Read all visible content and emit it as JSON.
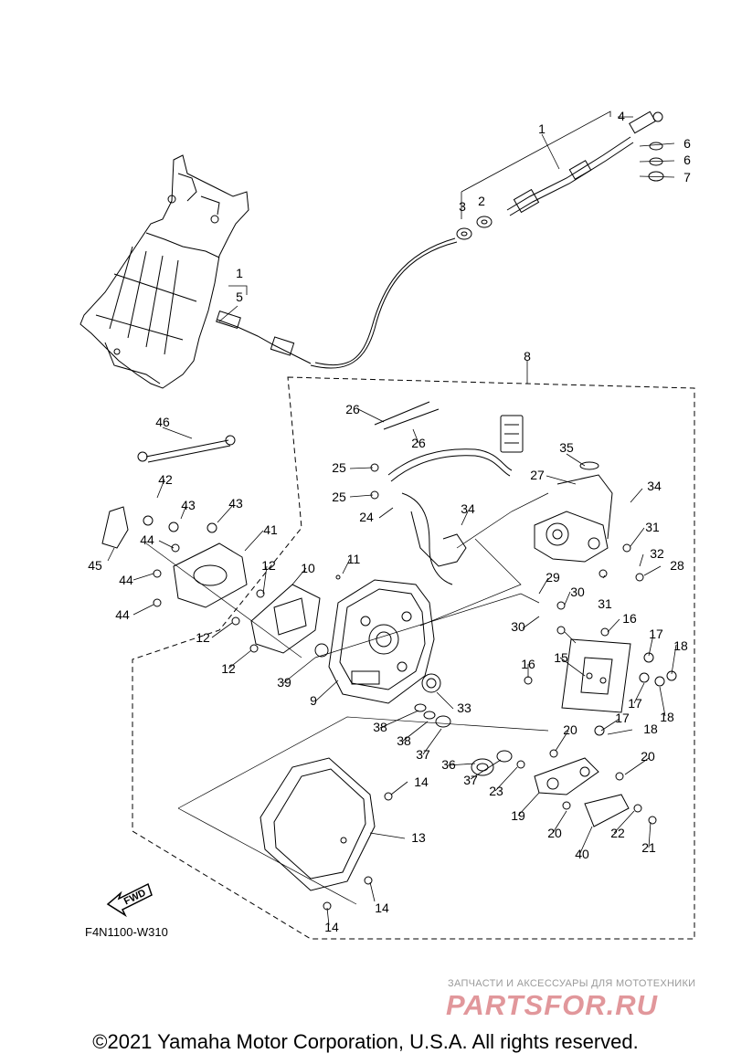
{
  "diagram": {
    "code": "F4N1100-W310",
    "fwd_label": "FWD",
    "callouts": [
      {
        "id": "c1a",
        "text": "1"
      },
      {
        "id": "c2",
        "text": "2"
      },
      {
        "id": "c3",
        "text": "3"
      },
      {
        "id": "c4",
        "text": "4"
      },
      {
        "id": "c6a",
        "text": "6"
      },
      {
        "id": "c6b",
        "text": "6"
      },
      {
        "id": "c7",
        "text": "7"
      },
      {
        "id": "c1b",
        "text": "1"
      },
      {
        "id": "c5",
        "text": "5"
      },
      {
        "id": "c8",
        "text": "8"
      },
      {
        "id": "c26a",
        "text": "26"
      },
      {
        "id": "c26b",
        "text": "26"
      },
      {
        "id": "c46",
        "text": "46"
      },
      {
        "id": "c35",
        "text": "35"
      },
      {
        "id": "c27",
        "text": "27"
      },
      {
        "id": "c34a",
        "text": "34"
      },
      {
        "id": "c25a",
        "text": "25"
      },
      {
        "id": "c25b",
        "text": "25"
      },
      {
        "id": "c24",
        "text": "24"
      },
      {
        "id": "c34b",
        "text": "34"
      },
      {
        "id": "c31a",
        "text": "31"
      },
      {
        "id": "c32",
        "text": "32"
      },
      {
        "id": "c28",
        "text": "28"
      },
      {
        "id": "c31b",
        "text": "31"
      },
      {
        "id": "c42",
        "text": "42"
      },
      {
        "id": "c43a",
        "text": "43"
      },
      {
        "id": "c43b",
        "text": "43"
      },
      {
        "id": "c41",
        "text": "41"
      },
      {
        "id": "c44a",
        "text": "44"
      },
      {
        "id": "c45",
        "text": "45"
      },
      {
        "id": "c44b",
        "text": "44"
      },
      {
        "id": "c44c",
        "text": "44"
      },
      {
        "id": "c12a",
        "text": "12"
      },
      {
        "id": "c10",
        "text": "10"
      },
      {
        "id": "c11",
        "text": "11"
      },
      {
        "id": "c29",
        "text": "29"
      },
      {
        "id": "c30a",
        "text": "30"
      },
      {
        "id": "c30b",
        "text": "30"
      },
      {
        "id": "c16a",
        "text": "16"
      },
      {
        "id": "c12b",
        "text": "12"
      },
      {
        "id": "c12c",
        "text": "12"
      },
      {
        "id": "c39",
        "text": "39"
      },
      {
        "id": "c9",
        "text": "9"
      },
      {
        "id": "c15",
        "text": "15"
      },
      {
        "id": "c17a",
        "text": "17"
      },
      {
        "id": "c18a",
        "text": "18"
      },
      {
        "id": "c16b",
        "text": "16"
      },
      {
        "id": "c17b",
        "text": "17"
      },
      {
        "id": "c18b",
        "text": "18"
      },
      {
        "id": "c33",
        "text": "33"
      },
      {
        "id": "c38a",
        "text": "38"
      },
      {
        "id": "c38b",
        "text": "38"
      },
      {
        "id": "c37a",
        "text": "37"
      },
      {
        "id": "c36",
        "text": "36"
      },
      {
        "id": "c17c",
        "text": "17"
      },
      {
        "id": "c18c",
        "text": "18"
      },
      {
        "id": "c20a",
        "text": "20"
      },
      {
        "id": "c20b",
        "text": "20"
      },
      {
        "id": "c37b",
        "text": "37"
      },
      {
        "id": "c23",
        "text": "23"
      },
      {
        "id": "c19",
        "text": "19"
      },
      {
        "id": "c14a",
        "text": "14"
      },
      {
        "id": "c20c",
        "text": "20"
      },
      {
        "id": "c22",
        "text": "22"
      },
      {
        "id": "c21",
        "text": "21"
      },
      {
        "id": "c40",
        "text": "40"
      },
      {
        "id": "c13",
        "text": "13"
      },
      {
        "id": "c14b",
        "text": "14"
      },
      {
        "id": "c14c",
        "text": "14"
      }
    ]
  },
  "watermark": {
    "tagline": "ЗАПЧАСТИ И АКСЕССУАРЫ ДЛЯ МОТОТЕХНИКИ",
    "brand": "PARTSFOR.RU"
  },
  "footer": {
    "copyright": "©2021 Yamaha Motor Corporation, U.S.A. All rights reserved."
  }
}
